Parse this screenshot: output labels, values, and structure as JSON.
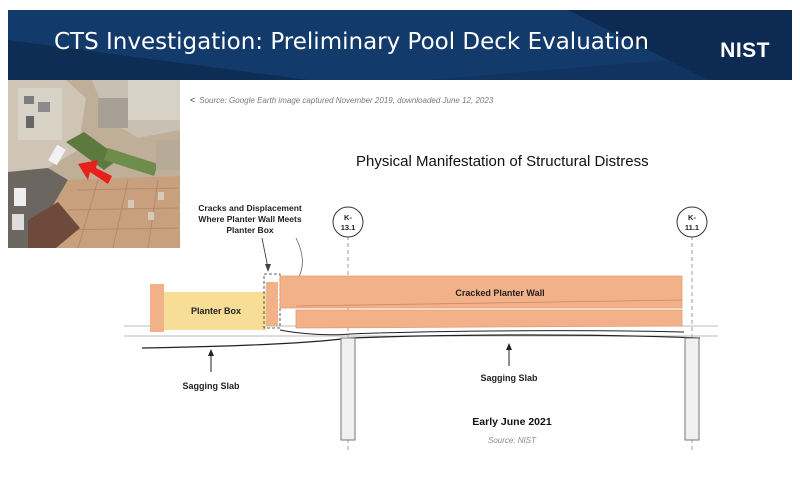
{
  "header": {
    "title": "CTS Investigation: Preliminary Pool Deck Evaluation",
    "logo": "NIST",
    "background_color": "#10335f"
  },
  "photo": {
    "icon": "aerial-photo",
    "arrow_color": "#e8201c"
  },
  "source_note": {
    "chevron": "<",
    "text": "Source: Google Earth image captured November 2019, downloaded June 12, 2023"
  },
  "diagram": {
    "title": "Physical Manifestation of Structural Distress",
    "callout": {
      "line1": "Cracks and Displacement",
      "line2": "Where Planter Wall Meets",
      "line3": "Planter Box"
    },
    "grid_lines": [
      {
        "line1": "K-",
        "line2": "13.1"
      },
      {
        "line1": "K-",
        "line2": "11.1"
      }
    ],
    "planter_box_label": "Planter Box",
    "planter_wall_label": "Cracked Planter Wall",
    "sagging_left": "Sagging Slab",
    "sagging_right": "Sagging Slab",
    "date_label": "Early June 2021",
    "source": "Source: NIST",
    "colors": {
      "planter_box": "#f7dd96",
      "planter_wall": "#f2b188",
      "wall_edge": "#e59a72"
    }
  }
}
